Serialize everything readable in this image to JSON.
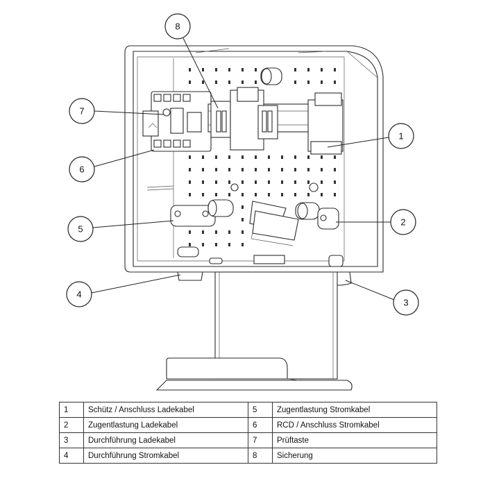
{
  "callouts": [
    {
      "number": "1",
      "label": "Schütz / Anschluss Ladekabel"
    },
    {
      "number": "2",
      "label": "Zugentlastung Ladekabel"
    },
    {
      "number": "3",
      "label": "Durchführung Ladekabel"
    },
    {
      "number": "4",
      "label": "Durchführung Stromkabel"
    },
    {
      "number": "5",
      "label": "Zugentlastung Stromkabel"
    },
    {
      "number": "6",
      "label": "RCD / Anschluss Stromkabel"
    },
    {
      "number": "7",
      "label": "Prüftaste"
    },
    {
      "number": "8",
      "label": "Sicherung"
    }
  ],
  "colors": {
    "line": "#222222",
    "background": "#ffffff"
  }
}
